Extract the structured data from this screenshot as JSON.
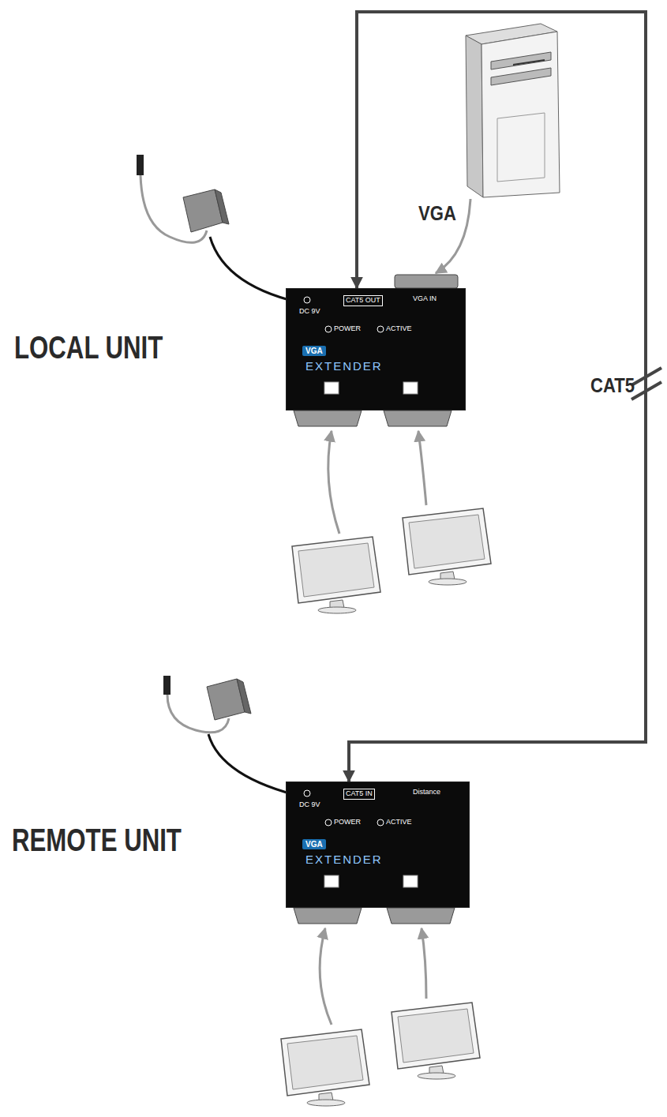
{
  "diagram": {
    "nodes": [
      {
        "text": [
          "DC 9V",
          "CAT5 OUT",
          "VGA IN",
          "POWER",
          "ACTIVE",
          "VGA",
          "EXTENDER"
        ]
      },
      {
        "text": [
          "DC 9V",
          "CAT5 IN",
          "Distance",
          "POWER",
          "ACTIVE",
          "VGA",
          "EXTENDER"
        ]
      }
    ],
    "edges": [
      {
        "from": 0,
        "to": 1,
        "arrow": "both",
        "label": "CAT5"
      }
    ],
    "labels": [
      "VGA",
      "LOCAL UNIT",
      "REMOTE UNIT"
    ]
  }
}
